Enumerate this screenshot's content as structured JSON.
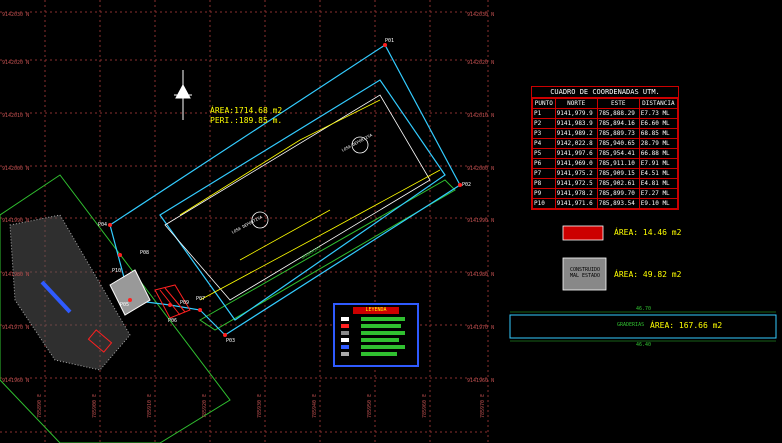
{
  "drawing": {
    "area_main": "ÁREA:1714.68 m2",
    "perimeter_main": "PERI.:189.85 m.",
    "area_small_box": "ÁREA: 14.46 m2",
    "area_construction": "ÁREA: 49.82 m2",
    "construction_label": "CONSTRUIDO MAL ESTADO",
    "area_bleachers": "ÁREA: 167.66 m2",
    "bleachers_label": "GRADERIAS",
    "sports_slab_upper": "LOSA DEPORTIVA",
    "sports_slab_lower": "LOSA DEPORTIVA",
    "street_label": "GRADERIAS",
    "dim_top": "46.70",
    "dim_bottom": "46.40",
    "colors": {
      "grid": "#8a2f2f",
      "cyan": "#33ccff",
      "yellow": "#ffff00",
      "red": "#ff2020",
      "green": "#30c030",
      "white": "#ffffff",
      "blue": "#2f5bff"
    }
  },
  "grid_labels": {
    "north": [
      "9142030 N",
      "9142020 N",
      "9142010 N",
      "9142000 N",
      "9141990 N",
      "9141980 N",
      "9141970 N",
      "9141960 N"
    ],
    "north_right": [
      "9142030 N",
      "9142020 N",
      "9142010 N",
      "9142000 N",
      "9141990 N",
      "9141980 N",
      "9141970 N",
      "9141960 N"
    ],
    "east": [
      "785880 E",
      "785890 E",
      "785900 E",
      "785910 E",
      "785920 E",
      "785930 E",
      "785940 E",
      "785950 E",
      "785960 E",
      "785970 E"
    ]
  },
  "points": [
    "P01",
    "P02",
    "P03",
    "P04",
    "P05",
    "P06",
    "P07",
    "P08",
    "P09",
    "P10"
  ],
  "coord_table": {
    "title": "CUADRO DE COORDENADAS UTM.",
    "headers": [
      "PUNTO",
      "NORTE",
      "ESTE",
      "DISTANCIA"
    ],
    "rows": [
      [
        "P1",
        "9141,979.9",
        "785,888.29",
        "E7.73",
        "ML"
      ],
      [
        "P2",
        "9141,983.9",
        "785,894.16",
        "E6.60",
        "ML"
      ],
      [
        "P3",
        "9141,989.2",
        "785,889.73",
        "68.85",
        "ML"
      ],
      [
        "P4",
        "9142,022.8",
        "785,940.65",
        "28.79",
        "ML"
      ],
      [
        "P5",
        "9141,997.6",
        "785,954.41",
        "66.88",
        "ML"
      ],
      [
        "P6",
        "9141,969.0",
        "785,911.10",
        "E7.91",
        "ML"
      ],
      [
        "P7",
        "9141,975.2",
        "785,909.15",
        "E4.51",
        "ML"
      ],
      [
        "P8",
        "9141,972.5",
        "785,902.61",
        "E4.81",
        "ML"
      ],
      [
        "P9",
        "9141,978.2",
        "785,899.70",
        "E7.27",
        "ML"
      ],
      [
        "P10",
        "9141,971.6",
        "785,893.54",
        "E9.10",
        "ML"
      ]
    ]
  },
  "legend": {
    "title": "LEYENDA"
  }
}
